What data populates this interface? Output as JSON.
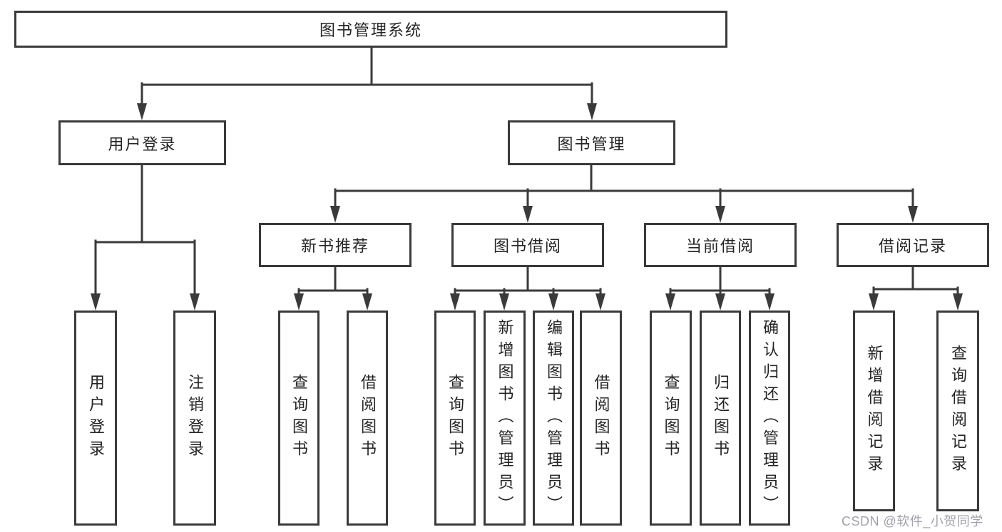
{
  "tree": {
    "label": "图书管理系统",
    "children": [
      {
        "label": "用户登录",
        "children": [
          {
            "label": "用户登录"
          },
          {
            "label": "注销登录"
          }
        ]
      },
      {
        "label": "图书管理",
        "children": [
          {
            "label": "新书推荐",
            "children": [
              {
                "label": "查询图书"
              },
              {
                "label": "借阅图书"
              }
            ]
          },
          {
            "label": "图书借阅",
            "children": [
              {
                "label": "查询图书"
              },
              {
                "label": "新增图书（管理员）"
              },
              {
                "label": "编辑图书（管理员）"
              },
              {
                "label": "借阅图书"
              }
            ]
          },
          {
            "label": "当前借阅",
            "children": [
              {
                "label": "查询图书"
              },
              {
                "label": "归还图书"
              },
              {
                "label": "确认归还（管理员）"
              }
            ]
          },
          {
            "label": "借阅记录",
            "children": [
              {
                "label": "新增借阅记录"
              },
              {
                "label": "查询借阅记录"
              }
            ]
          }
        ]
      }
    ]
  },
  "watermark": {
    "text": "CSDN @软件_小贺同学"
  },
  "colors": {
    "line": "#3a3a3a",
    "box_border": "#3a3a3a",
    "text": "#242424",
    "background": "#ffffff",
    "watermark": "#9a9aa2"
  }
}
